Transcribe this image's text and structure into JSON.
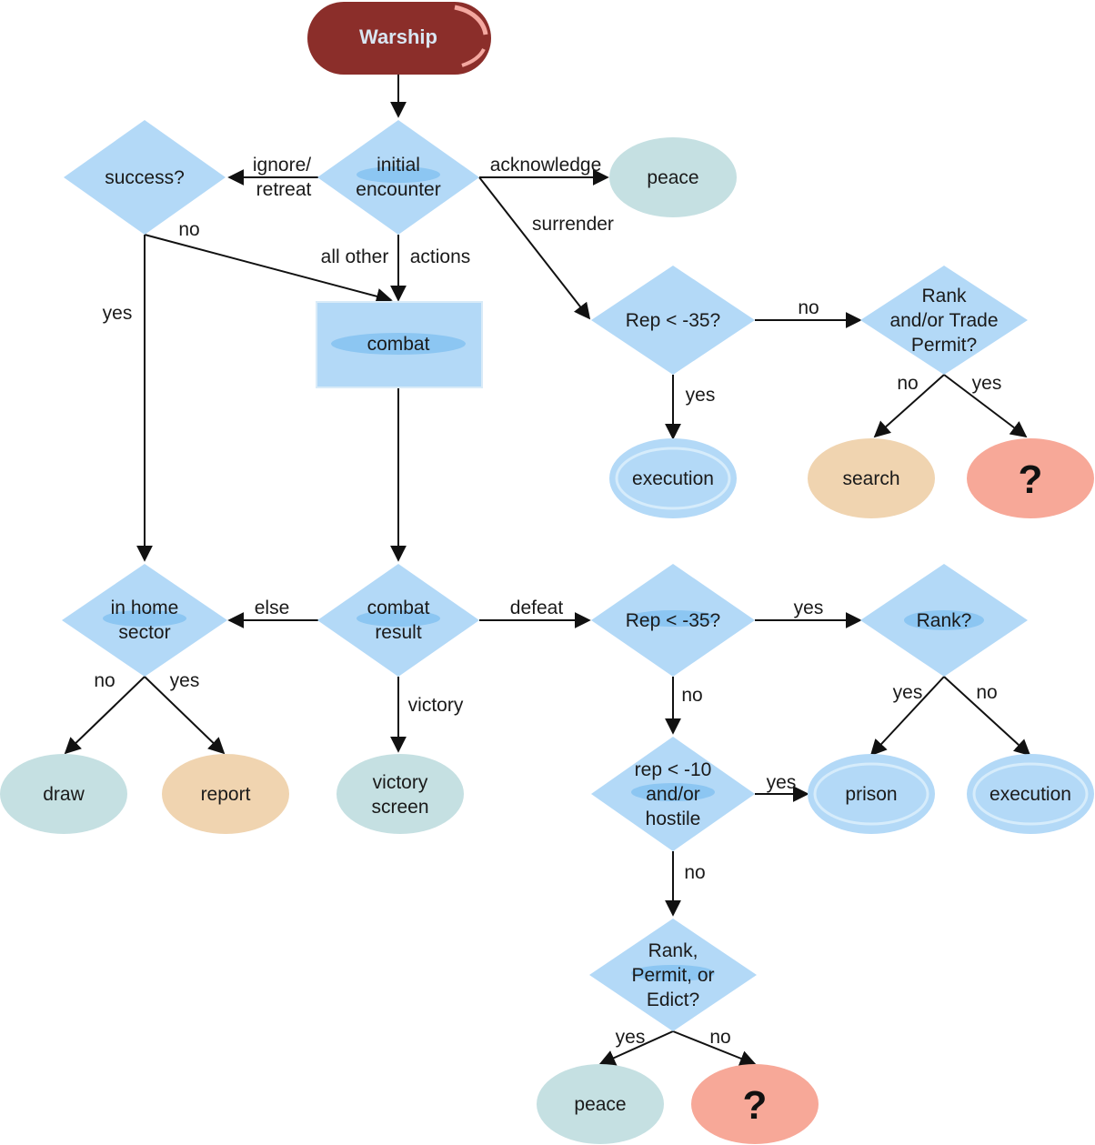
{
  "colors": {
    "diamond": "#b3d9f7",
    "diamond_inner": "#8cc6f2",
    "rect": "#b3d9f7",
    "start": "#8b2e2a",
    "start_text": "#d9e6f2",
    "peace": "#c5e0e2",
    "orange": "#f0d4b0",
    "salmon": "#f7a898",
    "oval_blue": "#b3d9f7",
    "edge": "#111111"
  },
  "nodes": {
    "warship": "Warship",
    "initial_encounter_1": "initial",
    "initial_encounter_2": "encounter",
    "success": "success?",
    "peace_top": "peace",
    "combat": "combat",
    "rep_top": "Rep < -35?",
    "rank_trade_1": "Rank",
    "rank_trade_2": "and/or Trade",
    "rank_trade_3": "Permit?",
    "execution_top": "execution",
    "search": "search",
    "question_top": "?",
    "in_home_1": "in home",
    "in_home_2": "sector",
    "combat_result_1": "combat",
    "combat_result_2": "result",
    "rep_mid": "Rep < -35?",
    "rank_mid": "Rank?",
    "draw": "draw",
    "report": "report",
    "victory_screen_1": "victory",
    "victory_screen_2": "screen",
    "rep10_1": "rep < -10",
    "rep10_2": "and/or",
    "rep10_3": "hostile",
    "prison": "prison",
    "execution_mid": "execution",
    "rank_permit_1": "Rank,",
    "rank_permit_2": "Permit, or",
    "rank_permit_3": "Edict?",
    "peace_bottom": "peace",
    "question_bottom": "?"
  },
  "edges": {
    "ignore_1": "ignore/",
    "ignore_2": "retreat",
    "acknowledge": "acknowledge",
    "surrender": "surrender",
    "success_no": "no",
    "success_yes": "yes",
    "all_other_1": "all other",
    "all_other_2": "actions",
    "rep_top_no": "no",
    "rep_top_yes": "yes",
    "rank_trade_no": "no",
    "rank_trade_yes": "yes",
    "else": "else",
    "defeat": "defeat",
    "rep_mid_yes": "yes",
    "in_home_no": "no",
    "in_home_yes": "yes",
    "victory": "victory",
    "rep_mid_no": "no",
    "rank_mid_yes": "yes",
    "rank_mid_no": "no",
    "rep10_yes": "yes",
    "rep10_no": "no",
    "rank_permit_yes": "yes",
    "rank_permit_no": "no"
  }
}
